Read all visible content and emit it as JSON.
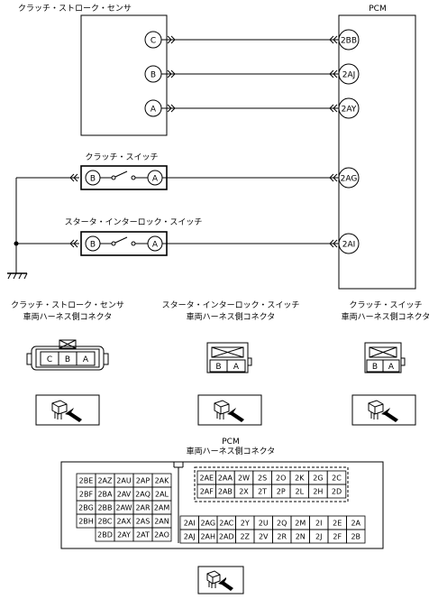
{
  "sensor_title": "クラッチ・ストローク・センサ",
  "pcm_title": "PCM",
  "sensor_pins": [
    "C",
    "B",
    "A"
  ],
  "pcm_pins": [
    "2BB",
    "2AJ",
    "2AY",
    "2AG",
    "2AI"
  ],
  "clutch_switch_title": "クラッチ・スイッチ",
  "starter_switch_title": "スタータ・インターロック・スイッチ",
  "switch_pins": [
    "B",
    "A"
  ],
  "connectors": [
    {
      "line1": "クラッチ・ストローク・センサ",
      "line2": "車両ハーネス側コネクタ",
      "pins": [
        "C",
        "B",
        "A"
      ]
    },
    {
      "line1": "スタータ・インターロック・スイッチ",
      "line2": "車両ハーネス側コネクタ",
      "pins": [
        "B",
        "A"
      ]
    },
    {
      "line1": "クラッチ・スイッチ",
      "line2": "車両ハーネス側コネクタ",
      "pins": [
        "B",
        "A"
      ]
    }
  ],
  "pcm_connector": {
    "line1": "PCM",
    "line2": "車両ハーネス側コネクタ",
    "left_block": [
      [
        "2BE",
        "2AZ",
        "2AU",
        "2AP",
        "2AK"
      ],
      [
        "2BF",
        "2BA",
        "2AV",
        "2AQ",
        "2AL"
      ],
      [
        "2BG",
        "2BB",
        "2AW",
        "2AR",
        "2AM"
      ],
      [
        "2BH",
        "2BC",
        "2AX",
        "2AS",
        "2AN"
      ],
      [
        "",
        "2BD",
        "2AY",
        "2AT",
        "2AO"
      ]
    ],
    "right_top": [
      [
        "2AE",
        "2AA",
        "2W",
        "2S",
        "2O",
        "2K",
        "2G",
        "2C"
      ],
      [
        "2AF",
        "2AB",
        "2X",
        "2T",
        "2P",
        "2L",
        "2H",
        "2D"
      ]
    ],
    "right_bottom": [
      [
        "2AI",
        "2AG",
        "2AC",
        "2Y",
        "2U",
        "2Q",
        "2M",
        "2I",
        "2E",
        "2A"
      ],
      [
        "2AJ",
        "2AH",
        "2AD",
        "2Z",
        "2V",
        "2R",
        "2N",
        "2J",
        "2F",
        "2B"
      ]
    ]
  }
}
